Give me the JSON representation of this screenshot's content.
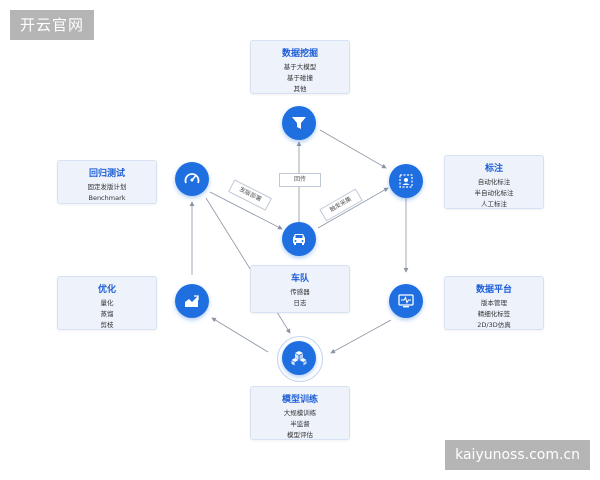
{
  "watermarks": {
    "top_left": "开云官网",
    "bottom_right": "kaiyunoss.com.cn"
  },
  "cards": {
    "data_mining": {
      "title": "数据挖掘",
      "items": [
        "基于大模型",
        "基于碰撞",
        "其他"
      ]
    },
    "annotation": {
      "title": "标注",
      "items": [
        "自动化标注",
        "半自动化标注",
        "人工标注"
      ]
    },
    "data_platform": {
      "title": "数据平台",
      "items": [
        "版本管理",
        "精细化标签",
        "2D/3D仿真"
      ]
    },
    "model_training": {
      "title": "模型训练",
      "items": [
        "大规模训练",
        "半监督",
        "模型评估"
      ]
    },
    "optimization": {
      "title": "优化",
      "items": [
        "量化",
        "蒸馏",
        "剪枝"
      ]
    },
    "regression_test": {
      "title": "回归测试",
      "items": [
        "固定发版计划",
        "Benchmark"
      ]
    },
    "fleet": {
      "title": "车队",
      "items": [
        "传感器",
        "日志"
      ]
    }
  },
  "tags": {
    "backhaul": "回传",
    "release_deploy": "发版部署",
    "trigger_collect": "触发采集"
  },
  "colors": {
    "accent": "#1f6fe0",
    "title_blue": "#1f5fd6",
    "card_bg": "#eef3fb",
    "line": "#8a94a3"
  },
  "icons": {
    "mining": "funnel-icon",
    "annotation": "annotation-frame-icon",
    "platform": "monitor-icon",
    "training": "cubes-icon",
    "optimization": "chart-icon",
    "regression": "gauge-icon",
    "fleet": "car-icon"
  }
}
